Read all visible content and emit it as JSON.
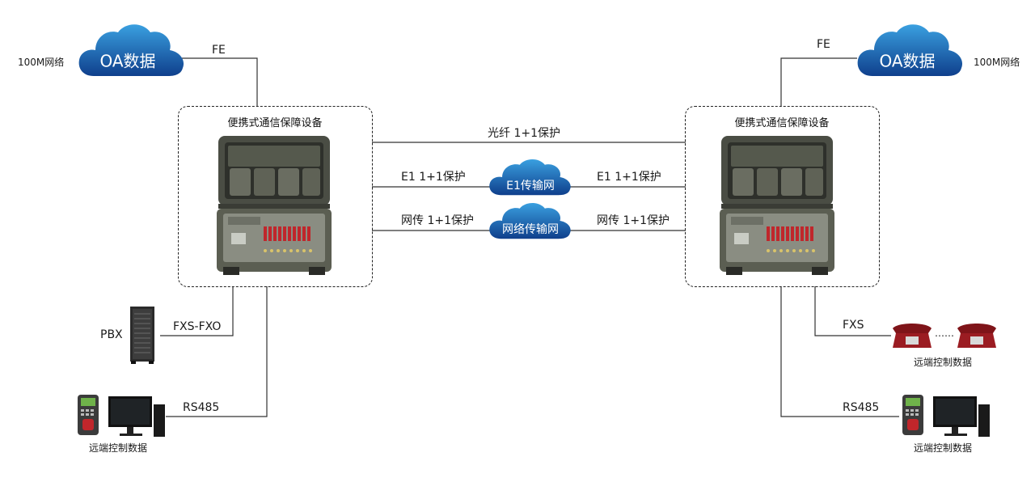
{
  "left_site": {
    "oa_cloud_label": "OA数据",
    "network_label": "100M网络",
    "fe_label": "FE",
    "box_title": "便携式通信保障设备",
    "pbx_label": "PBX",
    "fxs_fxo_label": "FXS-FXO",
    "rs485_label": "RS485",
    "remote_label": "远端控制数据"
  },
  "right_site": {
    "oa_cloud_label": "OA数据",
    "network_label": "100M网络",
    "fe_label": "FE",
    "box_title": "便携式通信保障设备",
    "fxs_label": "FXS",
    "phones_ellipsis": "……",
    "phones_remote_label": "远端控制数据",
    "rs485_label": "RS485",
    "remote_label": "远端控制数据"
  },
  "links": {
    "fiber_label": "光纤 1+1保护",
    "e1_left_label": "E1 1+1保护",
    "e1_right_label": "E1 1+1保护",
    "e1_cloud_label": "E1传输网",
    "net_left_label": "网传 1+1保护",
    "net_right_label": "网传 1+1保护",
    "net_cloud_label": "网络传输网"
  },
  "colors": {
    "cloud_dark": "#0f3f8c",
    "cloud_light": "#3aa0e0",
    "line": "#333333",
    "phone_red": "#9b1c22",
    "case_body": "#5b5e52"
  }
}
